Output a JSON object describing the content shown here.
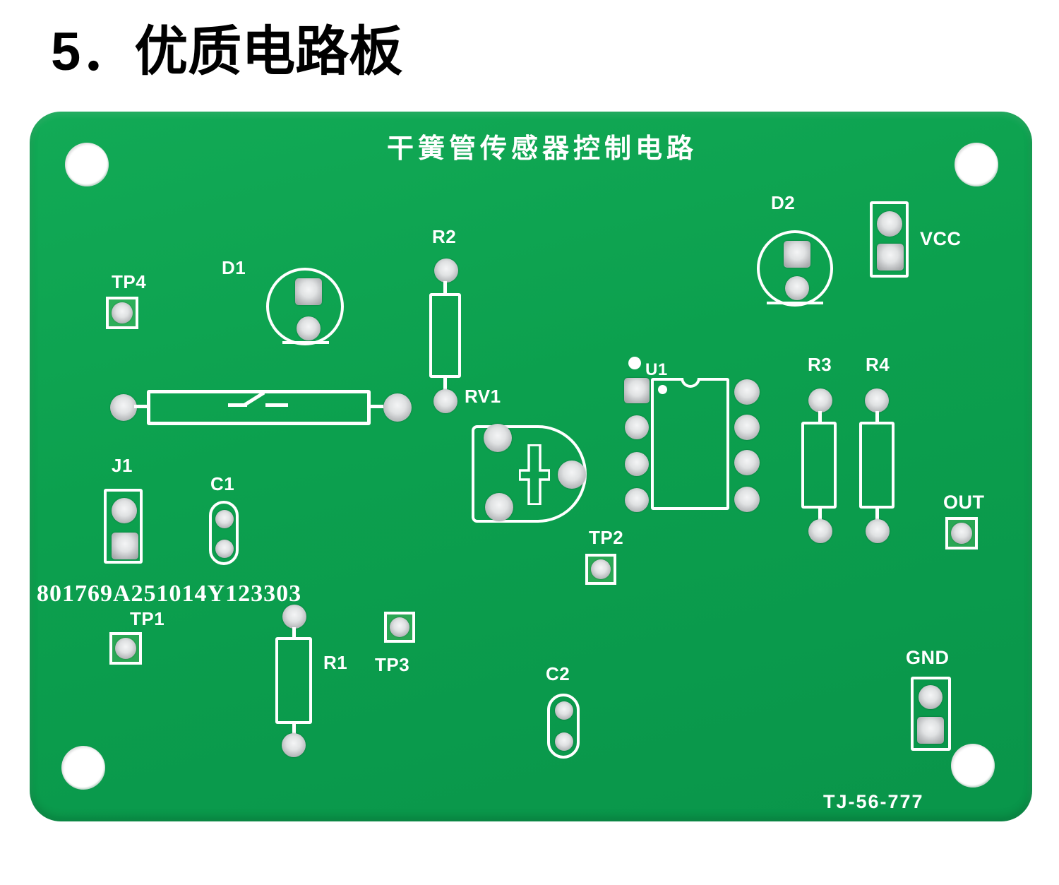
{
  "page_title": "5．优质电路板",
  "board": {
    "silkscreen_title": "干簧管传感器控制电路",
    "serial_number": "801769A251014Y123303",
    "model_number": "TJ-56-777",
    "labels": {
      "tp4": "TP4",
      "d1": "D1",
      "r2": "R2",
      "rv1": "RV1",
      "u1": "U1",
      "d2": "D2",
      "vcc": "VCC",
      "r3": "R3",
      "r4": "R4",
      "out": "OUT",
      "j1": "J1",
      "c1": "C1",
      "tp1": "TP1",
      "r1": "R1",
      "tp3": "TP3",
      "tp2": "TP2",
      "c2": "C2",
      "gnd": "GND"
    },
    "colors": {
      "pcb_green": "#0CA04E",
      "silkscreen_white": "#FFFFFF",
      "pad_silver": "#CDCFD1",
      "background": "#FFFFFF",
      "title_text": "#000000"
    }
  }
}
